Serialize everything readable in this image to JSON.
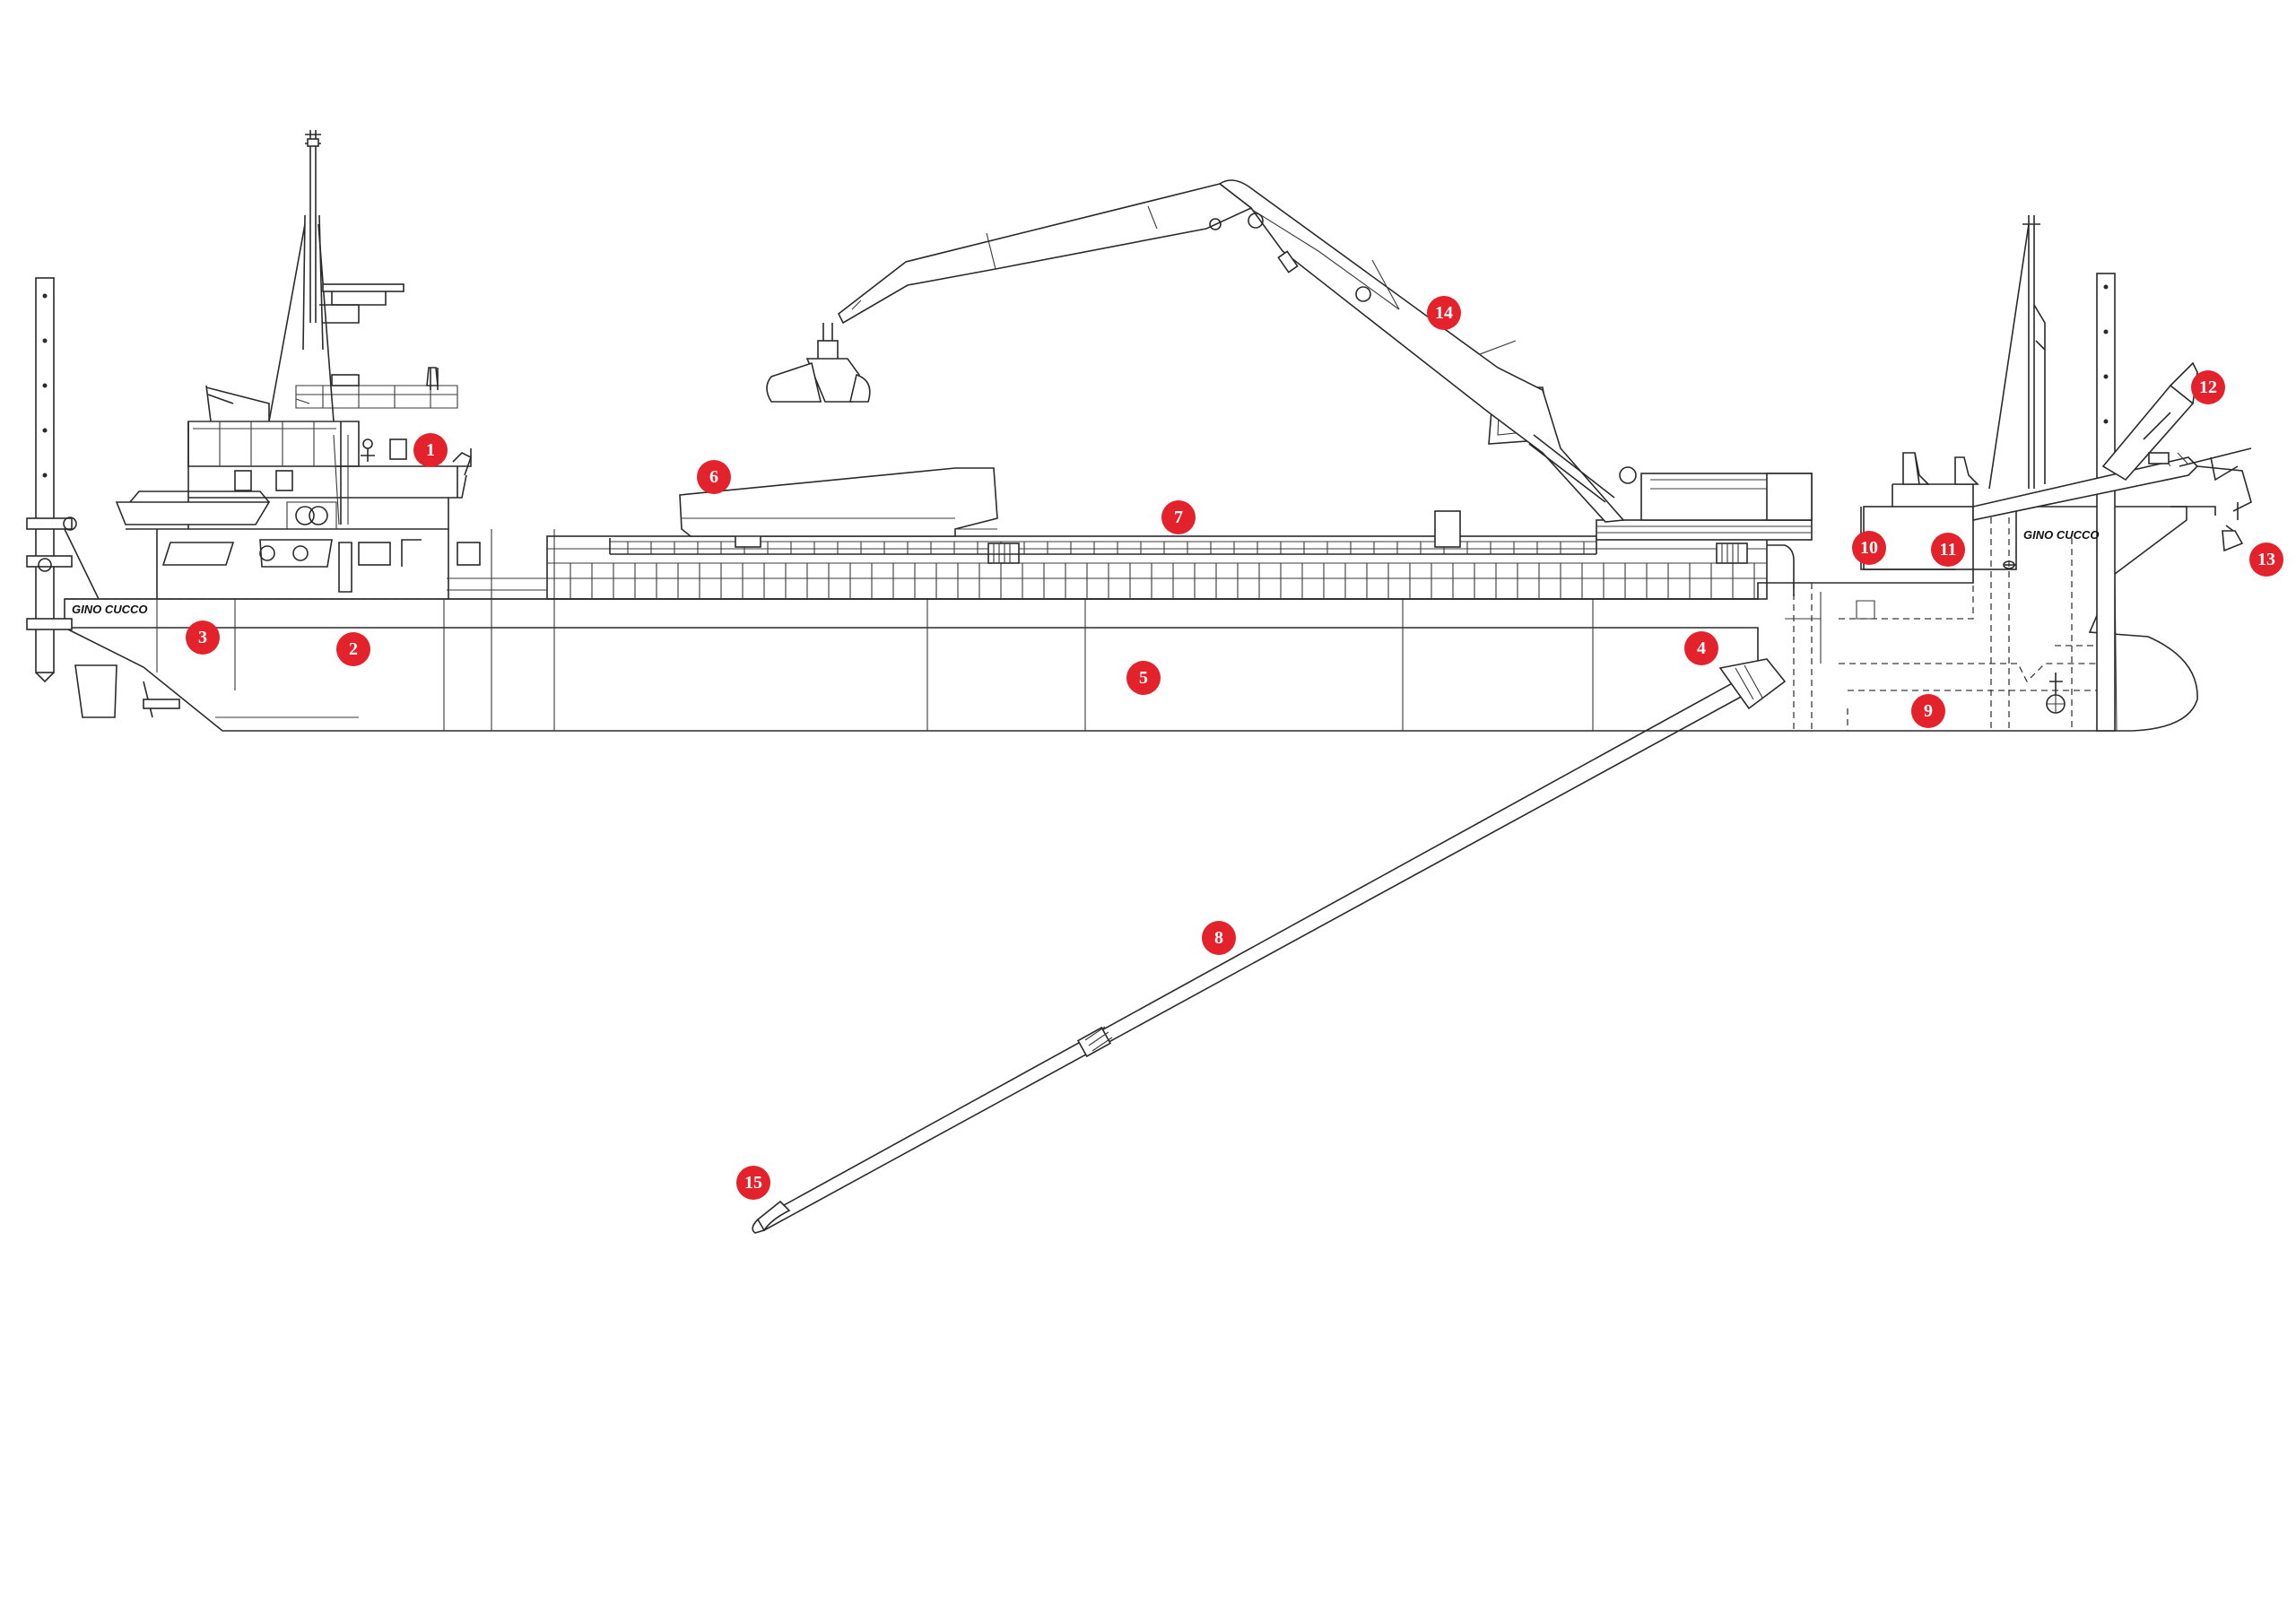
{
  "vessel": {
    "name_bow": "GINO CUCCO",
    "name_stern": "GINO CUCCO"
  },
  "colors": {
    "line": "#2a2a2a",
    "marker": "#e3222b",
    "marker_text": "#ffffff",
    "background": "#ffffff"
  },
  "markers": [
    "1",
    "2",
    "3",
    "4",
    "5",
    "6",
    "7",
    "8",
    "9",
    "10",
    "11",
    "12",
    "13",
    "14",
    "15"
  ]
}
